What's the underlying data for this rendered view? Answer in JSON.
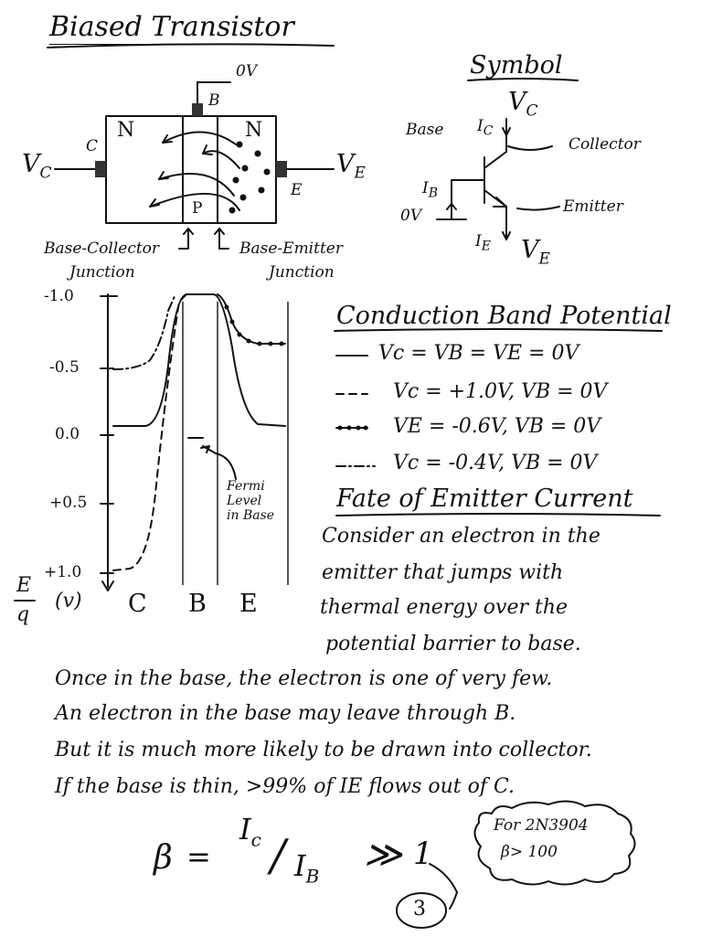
{
  "title": "Biased Transistor",
  "device": {
    "terminal_top": "0V",
    "base_label": "B",
    "collector_label": "C",
    "emitter_label": "E",
    "region_n_left": "N",
    "region_n_right": "N",
    "region_p": "P",
    "vc_label": "V",
    "vc_sub": "C",
    "ve_label": "V",
    "ve_sub": "E",
    "bc_junction_line1": "Base-Collector",
    "bc_junction_line2": "Junction",
    "be_junction_line1": "Base-Emitter",
    "be_junction_line2": "Junction"
  },
  "symbol": {
    "heading": "Symbol",
    "vc": "V",
    "vc_sub": "C",
    "ic": "I",
    "ic_sub": "C",
    "base": "Base",
    "collector": "Collector",
    "emitter": "Emitter",
    "ib": "I",
    "ib_sub": "B",
    "zero_v": "0V",
    "ie": "I",
    "ie_sub": "E",
    "ve": "V",
    "ve_sub": "E"
  },
  "plot": {
    "y_ticks": [
      "-1.0",
      "-0.5",
      "0.0",
      "+0.5",
      "+1.0"
    ],
    "y_label_num": "E",
    "y_label_den": "q",
    "y_unit": "(v)",
    "x_regions": [
      "C",
      "B",
      "E"
    ],
    "fermi_line1": "Fermi",
    "fermi_line2": "Level",
    "fermi_line3": "in Base"
  },
  "legend": {
    "heading": "Conduction Band Potential",
    "entries": [
      "Vc = VB = VE = 0V",
      "Vc = +1.0V, VB = 0V",
      "VE = -0.6V, VB = 0V",
      "Vc = -0.4V, VB = 0V"
    ]
  },
  "fate": {
    "heading": "Fate of Emitter Current",
    "lines": [
      "Consider an electron in the",
      "emitter that jumps with",
      "thermal energy over the",
      "potential barrier to base."
    ]
  },
  "paragraph": [
    "Once in the base, the electron is one of very few.",
    "An electron in the base may leave through B.",
    "But it is much more likely to be drawn into collector.",
    "If the base is thin, >99% of IE flows out of C."
  ],
  "formula": {
    "beta": "β",
    "eq": "=",
    "ic": "I",
    "ic_sub": "c",
    "slash": "/",
    "ib": "I",
    "ib_sub": "B",
    "gg": "≫",
    "one": "1"
  },
  "note": {
    "line1": "For 2N3904",
    "line2": "β> 100"
  },
  "page_number": "3"
}
